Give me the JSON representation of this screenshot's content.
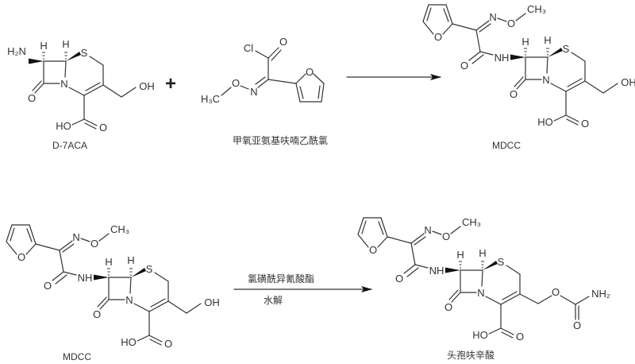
{
  "atoms": {
    "S": "S",
    "N": "N",
    "O": "O",
    "H": "H",
    "OH": "OH",
    "HO": "HO",
    "NH": "NH",
    "H2N": "H₂N",
    "Cl": "Cl",
    "CH3": "CH₃",
    "H3C": "H₃C",
    "NH2": "NH₂"
  },
  "reaction1": {
    "reactant1_label": "D-7ACA",
    "plus": "+",
    "reactant2_label": "甲氧亚氨基呋喃乙酰氯",
    "product_label": "MDCC"
  },
  "reaction2": {
    "reactant_label": "MDCC",
    "reagent_above": "氯磺酰异氰酸酯",
    "reagent_below": "水解",
    "product_label": "头孢呋辛酸"
  }
}
